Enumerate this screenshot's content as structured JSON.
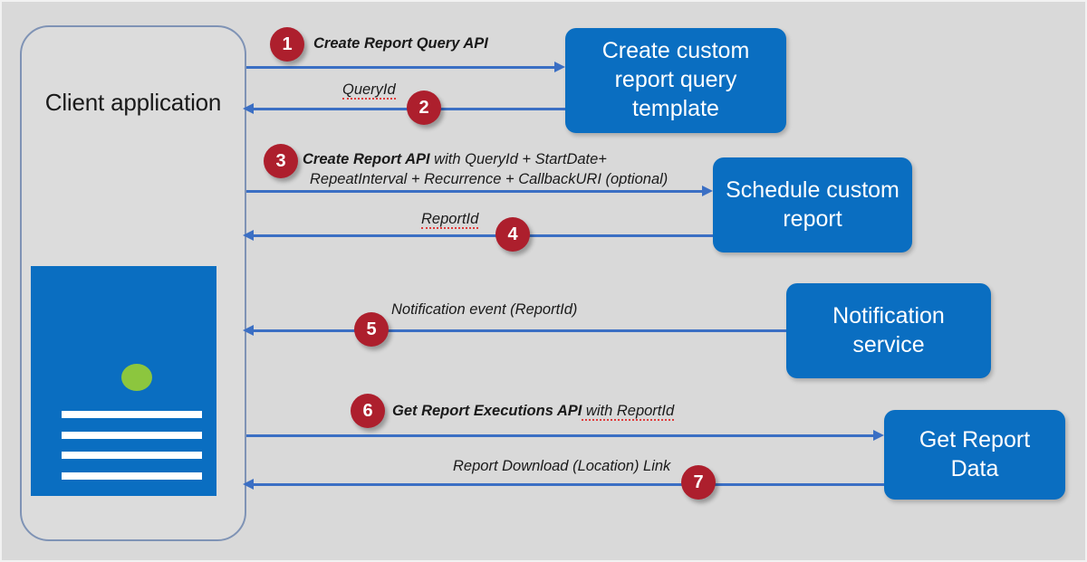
{
  "diagram": {
    "background_color": "#d9d9d9",
    "accent_blue": "#0a6ec1",
    "arrow_blue": "#3b6fc4",
    "badge_red": "#ad1f2d",
    "green_dot": "#8cc63e"
  },
  "client": {
    "title": "Client application",
    "doc_icon_name": "report-document-icon"
  },
  "services": [
    {
      "id": "create-query-template",
      "label": "Create custom report query template"
    },
    {
      "id": "schedule-custom-report",
      "label": "Schedule custom report"
    },
    {
      "id": "notification-service",
      "label": "Notification service"
    },
    {
      "id": "get-report-data",
      "label": "Get Report Data"
    }
  ],
  "steps": [
    {
      "number": "1",
      "direction": "right",
      "label_bold": "Create Report Query API",
      "label_rest": "",
      "label_line2": ""
    },
    {
      "number": "2",
      "direction": "left",
      "label_bold": "",
      "label_rest": "QueryId",
      "label_line2": ""
    },
    {
      "number": "3",
      "direction": "right",
      "label_bold": "Create Report API",
      "label_rest": " with QueryId + StartDate+",
      "label_line2": "RepeatInterval + Recurrence + CallbackURI  (optional)"
    },
    {
      "number": "4",
      "direction": "left",
      "label_bold": "",
      "label_rest": "ReportId",
      "label_line2": ""
    },
    {
      "number": "5",
      "direction": "left",
      "label_bold": "",
      "label_rest": "Notification event (ReportId)",
      "label_line2": ""
    },
    {
      "number": "6",
      "direction": "right",
      "label_bold": "Get Report Executions API",
      "label_rest": " with ReportId",
      "label_line2": ""
    },
    {
      "number": "7",
      "direction": "left",
      "label_bold": "",
      "label_rest": "Report Download (Location) Link",
      "label_line2": ""
    }
  ]
}
